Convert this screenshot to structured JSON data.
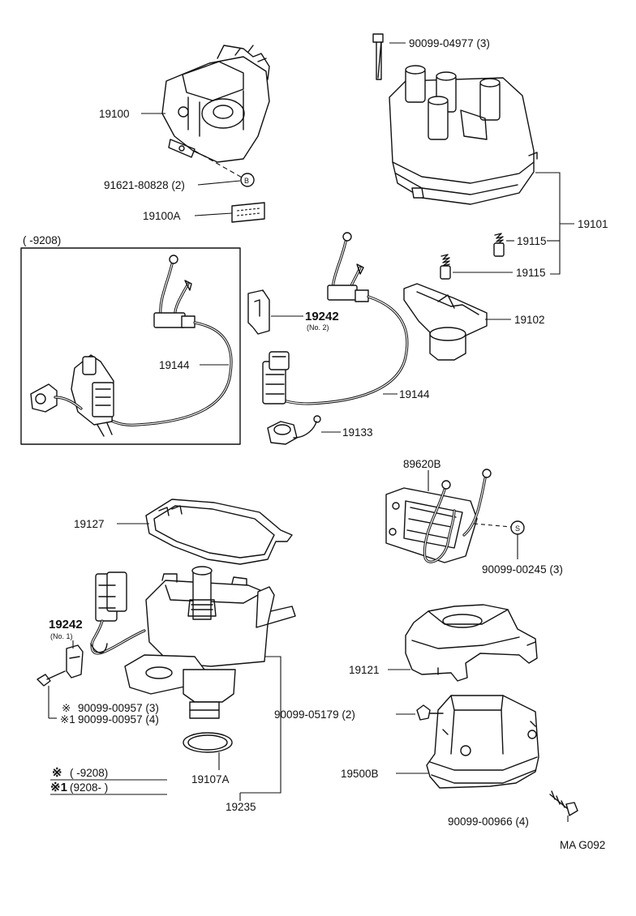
{
  "diagram": {
    "figure_code": "MA G092",
    "labels": {
      "dist_assy": "19100",
      "dist_bolt": "91621-80828 (2)",
      "marker_b": "B",
      "dist_label": "19100A",
      "cap_screw": "90099-04977 (3)",
      "cap": "19101",
      "spring1": "19115",
      "spring2": "19115",
      "rotor": "19102",
      "range_box": "(        -9208)",
      "harness_old": "19144",
      "clamp_top": "19242",
      "clamp_top_no": "(No. 2)",
      "harness_new": "19144",
      "condenser": "19133",
      "igniter": "89620B",
      "marker_s": "S",
      "igniter_screw": "90099-00245 (3)",
      "gasket": "19127",
      "clamp_left": "19242",
      "clamp_left_no": "(No. 1)",
      "screw_a": "90099-00957 (3)",
      "screw_b": "90099-00957 (4)",
      "mark_a": "※",
      "mark_b": "※1",
      "legend_a_mark": "※",
      "legend_a_text": "(        -9208)",
      "legend_b_mark": "※1",
      "legend_b_text": "(9208-        )",
      "oring": "19107A",
      "housing": "19235",
      "cover": "19121",
      "coil_screw": "90099-05179 (2)",
      "coil": "19500B",
      "coil_bolt": "90099-00966 (4)"
    }
  }
}
